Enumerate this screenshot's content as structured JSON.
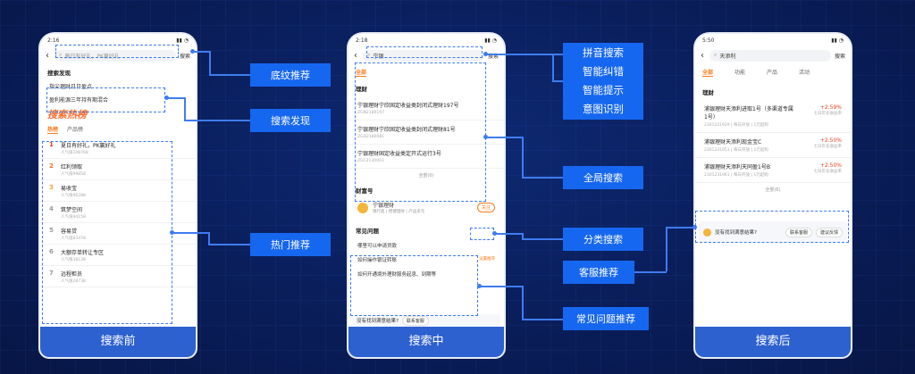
{
  "phone1": {
    "time": "2:16",
    "placeholder": "莫日有好礼，PK赢好礼",
    "search_btn": "搜索",
    "discover_label": "搜索发现",
    "discover_items": [
      "指尖理财日日盈点",
      "盈利能源三年持有期混合"
    ],
    "hot_title": "搜索热榜",
    "hot_tabs": [
      "热榜",
      "产品榜"
    ],
    "ranks": [
      {
        "n": "1",
        "title": "夏日有好礼，PK赢好礼",
        "sub": "人气值108768"
      },
      {
        "n": "2",
        "title": "红利领取",
        "sub": "人气值99858"
      },
      {
        "n": "3",
        "title": "易收宝",
        "sub": "人气值96288"
      },
      {
        "n": "4",
        "title": "筑梦空间",
        "sub": "人气值94158"
      },
      {
        "n": "5",
        "title": "容易贷",
        "sub": "人气值83478"
      },
      {
        "n": "6",
        "title": "大额存单转让专区",
        "sub": "人气值38138"
      },
      {
        "n": "7",
        "title": "远程柜员",
        "sub": "人气值28738"
      }
    ],
    "caption": "搜索前"
  },
  "phone2": {
    "time": "2:18",
    "query": "宁银",
    "search_btn": "搜索",
    "tab_all": "全部",
    "section1": "理财",
    "products": [
      {
        "title": "宁银理财宁欣固定收益类封闭式理财197号",
        "sub": "ZGN2180197"
      },
      {
        "title": "宁银理财宁欣固定收益类封闭式理财81号",
        "sub": "ZGD2180081"
      },
      {
        "title": "宁银理财固定收益类定开式运行3号",
        "sub": "ZGC2130003"
      }
    ],
    "more": "全部(0)",
    "section2": "财富号",
    "wealth_name": "宁银理财",
    "wealth_sub": "银行类 | 稳健理财 | 产品多元",
    "follow": "关注",
    "section3": "常见问题",
    "faqs": [
      "哪里可以申请贷款",
      "如何操作银证转账",
      "如何开通境外理财服务起息、到期等"
    ],
    "faq_badge": "设置推荐",
    "svc_text": "没有找到满意结果?",
    "svc_btn": "联系客服",
    "caption": "搜索中"
  },
  "phone3": {
    "time": "5:50",
    "query": "天添利",
    "search_btn": "搜索",
    "tabs": [
      "全部",
      "功能",
      "产品",
      "活动"
    ],
    "section": "理财",
    "products": [
      {
        "title": "浦银理财天添利进取1号（多渠道专属1号）",
        "sub": "2301221929 | 每日开放 | 1元起购",
        "rate": "+2.59%",
        "rate_sub": "七日年化收益率"
      },
      {
        "title": "浦银理财天添利现金宝C",
        "sub": "2301231951 | 每日开放 | 1元起购",
        "rate": "+2.50%",
        "rate_sub": "七日年化收益率"
      },
      {
        "title": "浦银理财天添利天同盈1号B",
        "sub": "2301231961 | 每日开放 | 1元起购",
        "rate": "+2.50%",
        "rate_sub": "七日年化收益率"
      }
    ],
    "more": "全部(6)",
    "svc_text": "没有找到满意结果?",
    "svc_btn1": "联系客服",
    "svc_btn2": "建议反馈",
    "caption": "搜索后"
  },
  "tags": {
    "shading": "底纹推荐",
    "discover": "搜索发现",
    "hot": "热门推荐",
    "features": [
      "拼音搜索",
      "智能纠错",
      "智能提示",
      "意图识别"
    ],
    "global": "全局搜索",
    "category": "分类搜索",
    "service": "客服推荐",
    "faq": "常见问题推荐"
  }
}
